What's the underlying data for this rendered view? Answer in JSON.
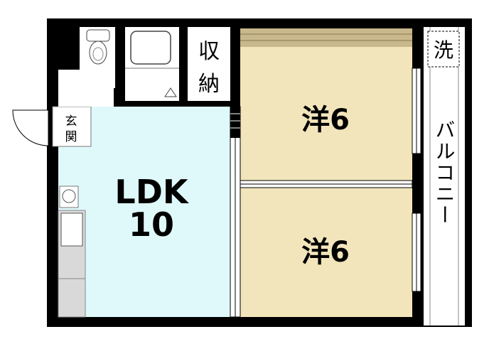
{
  "rooms": {
    "ldk": {
      "label": "LDK",
      "size": "10"
    },
    "western_top": {
      "label": "洋6"
    },
    "western_bottom": {
      "label": "洋6"
    },
    "storage": {
      "label_top": "収",
      "label_bottom": "納"
    },
    "entrance": {
      "label_top": "玄",
      "label_bottom": "関"
    },
    "balcony": {
      "label": "バルコニー"
    },
    "washer": {
      "label": "洗"
    }
  },
  "colors": {
    "ldk_fill": "#dff9fb",
    "western_fill": "#f3e5bb",
    "wall": "#000000",
    "fixture_fill": "#d9d9d9",
    "closet_strip": "#c9b88c"
  }
}
